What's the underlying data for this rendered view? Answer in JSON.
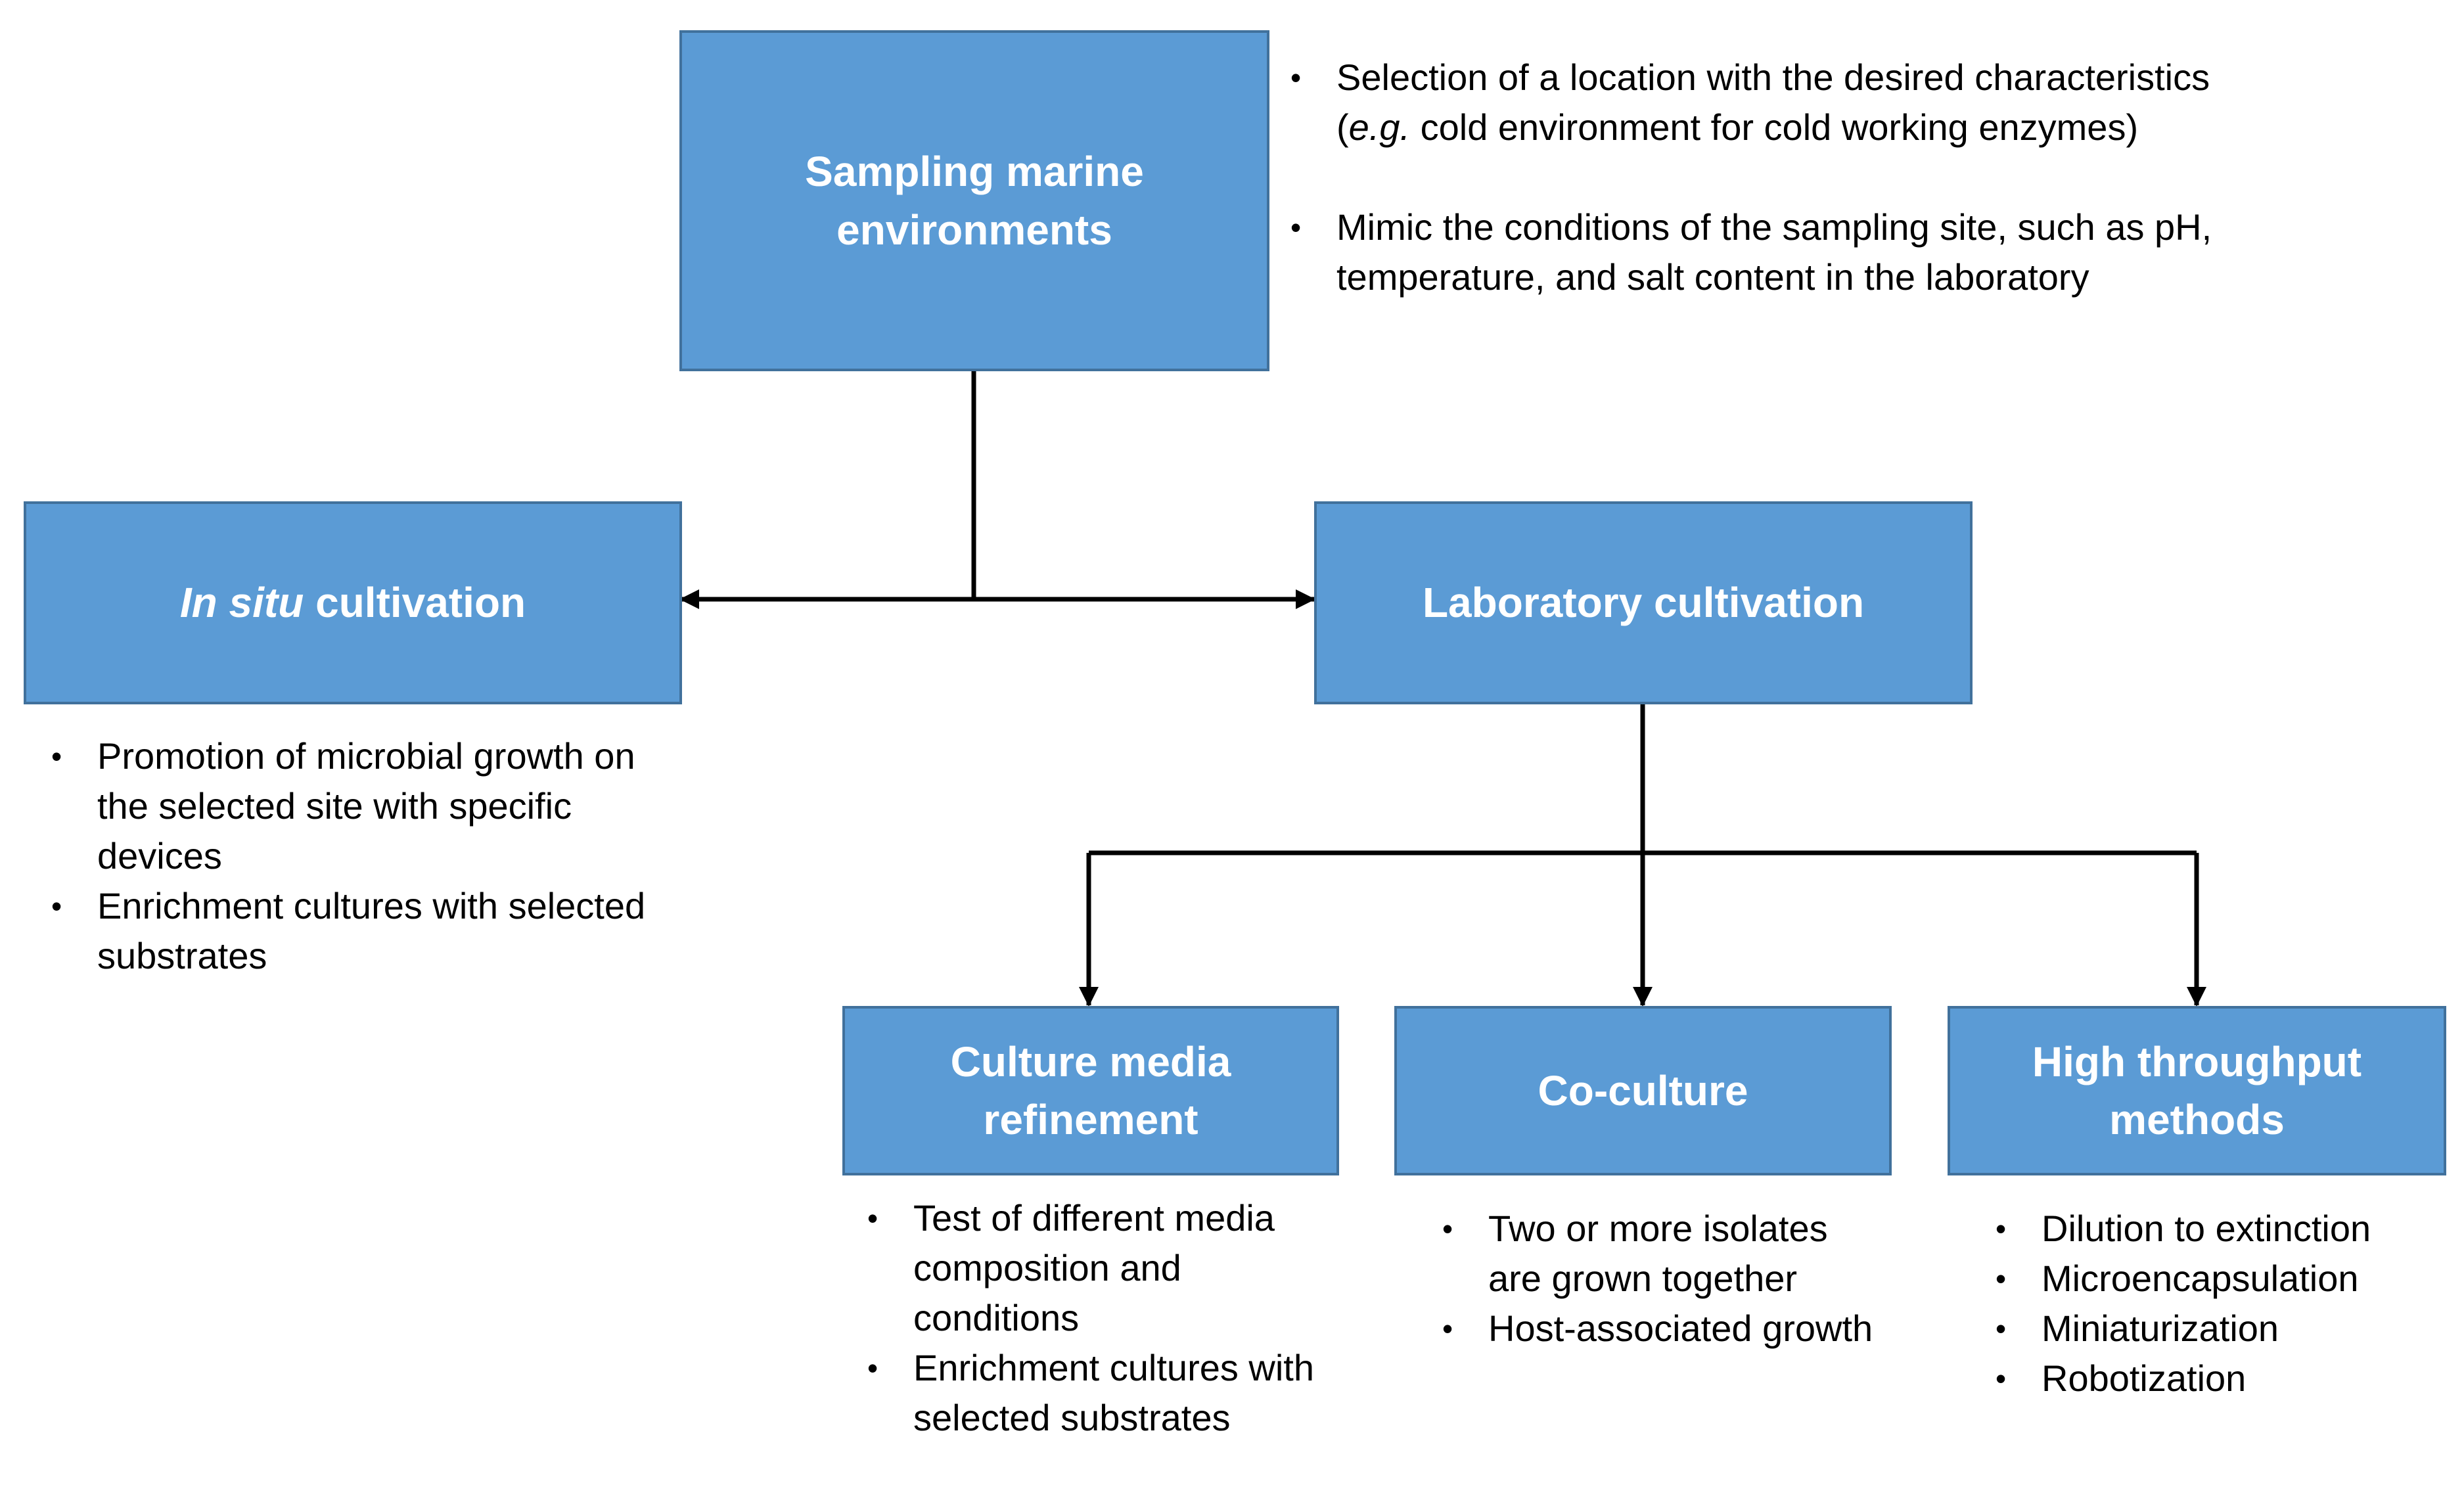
{
  "colors": {
    "box_fill": "#5b9bd5",
    "box_border": "#41719c",
    "box_text": "#ffffff",
    "connector": "#000000"
  },
  "nodes": {
    "sampling": {
      "label": "Sampling marine\nenvironments",
      "notes": [
        {
          "pre": "Selection of a location with the desired characteristics (",
          "em": "e.g.",
          "post": " cold environment for cold working enzymes)"
        },
        {
          "pre": "Mimic the conditions of the sampling site, such as pH, temperature, and salt content in the laboratory",
          "em": "",
          "post": ""
        }
      ]
    },
    "in_situ": {
      "label_em": "In situ",
      "label_rest": " cultivation",
      "notes": [
        "Promotion of microbial growth on the selected site with specific devices",
        "Enrichment cultures with selected substrates"
      ]
    },
    "laboratory": {
      "label": "Laboratory cultivation"
    },
    "culture_media": {
      "label": "Culture media\nrefinement",
      "notes": [
        "Test of different media composition and conditions",
        "Enrichment cultures with selected substrates"
      ]
    },
    "co_culture": {
      "label": "Co-culture",
      "notes": [
        "Two or more isolates are grown together",
        "Host-associated growth"
      ]
    },
    "high_throughput": {
      "label": "High throughput\nmethods",
      "notes": [
        "Dilution to extinction",
        "Microencapsulation",
        "Miniaturization",
        "Robotization"
      ]
    }
  }
}
